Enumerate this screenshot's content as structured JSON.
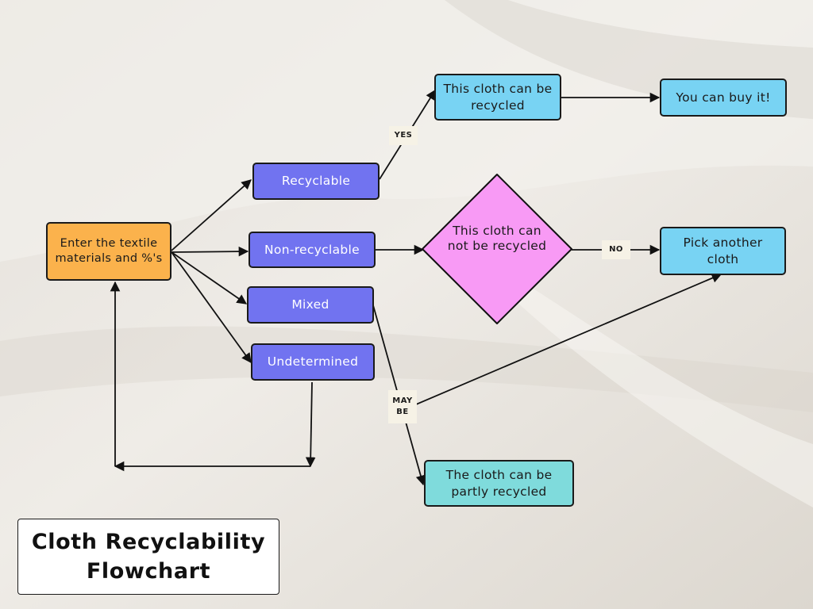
{
  "title": "Cloth Recyclability Flowchart",
  "nodes": {
    "enter": "Enter the textile materials and %'s",
    "recyclable": "Recyclable",
    "non_recyclable": "Non-recyclable",
    "mixed": "Mixed",
    "undetermined": "Undetermined",
    "can_be_recycled": "This cloth can be recycled",
    "buy_it": "You can buy it!",
    "not_recycled": "This cloth can not be recycled",
    "pick_another": "Pick another cloth",
    "partly_recycled": "The cloth can be partly recycled"
  },
  "edge_labels": {
    "yes": "YES",
    "no": "NO",
    "maybe": "MAY BE"
  },
  "colors": {
    "category_node": "#7173f0",
    "outcome_node": "#78d3f3",
    "partial_node": "#7fdbdc",
    "start_node": "#fbb24c",
    "decision_node": "#f89af5"
  }
}
